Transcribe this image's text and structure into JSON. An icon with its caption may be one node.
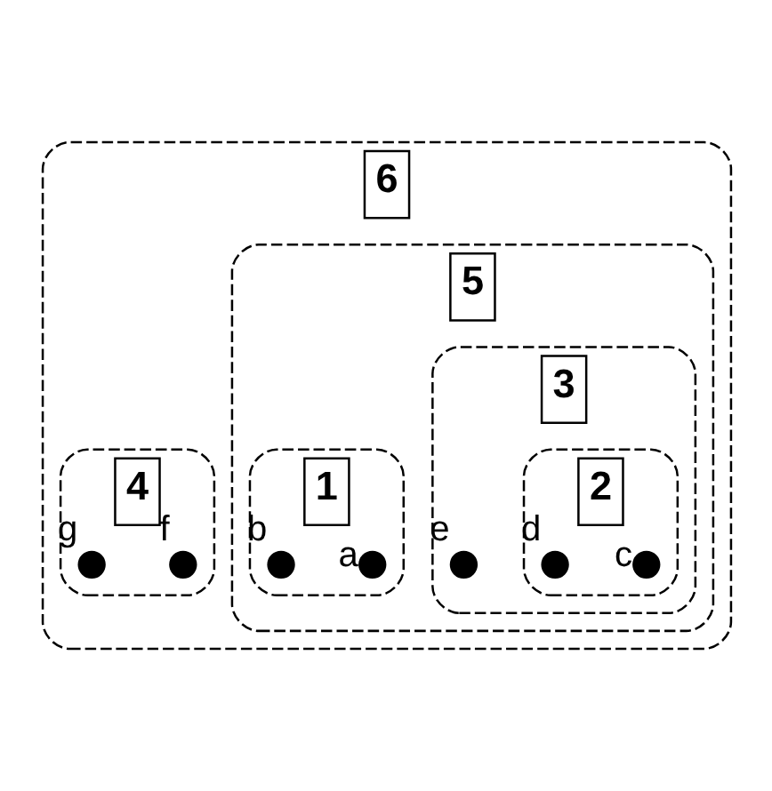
{
  "diagram": {
    "nodes": [
      {
        "text": [
          "6"
        ]
      },
      {
        "text": [
          "5"
        ],
        "in": 0
      },
      {
        "text": [
          "3"
        ],
        "in": 1
      },
      {
        "text": [],
        "shape": "circle",
        "beside": [
          "e"
        ],
        "in": 2
      },
      {
        "text": [
          "2"
        ],
        "in": 2
      },
      {
        "text": [],
        "shape": "circle",
        "beside": [
          "c"
        ],
        "in": 4
      },
      {
        "text": [],
        "shape": "circle",
        "beside": [
          "d"
        ],
        "in": 4
      },
      {
        "text": [
          "1"
        ],
        "in": 1
      },
      {
        "text": [],
        "shape": "circle",
        "beside": [
          "a"
        ],
        "in": 7
      },
      {
        "text": [],
        "shape": "circle",
        "beside": [
          "b"
        ],
        "in": 7
      },
      {
        "text": [
          "4"
        ],
        "in": 0
      },
      {
        "text": [],
        "shape": "circle",
        "beside": [
          "f"
        ],
        "in": 10
      },
      {
        "text": [],
        "shape": "circle",
        "beside": [
          "g"
        ],
        "in": 10
      }
    ]
  }
}
